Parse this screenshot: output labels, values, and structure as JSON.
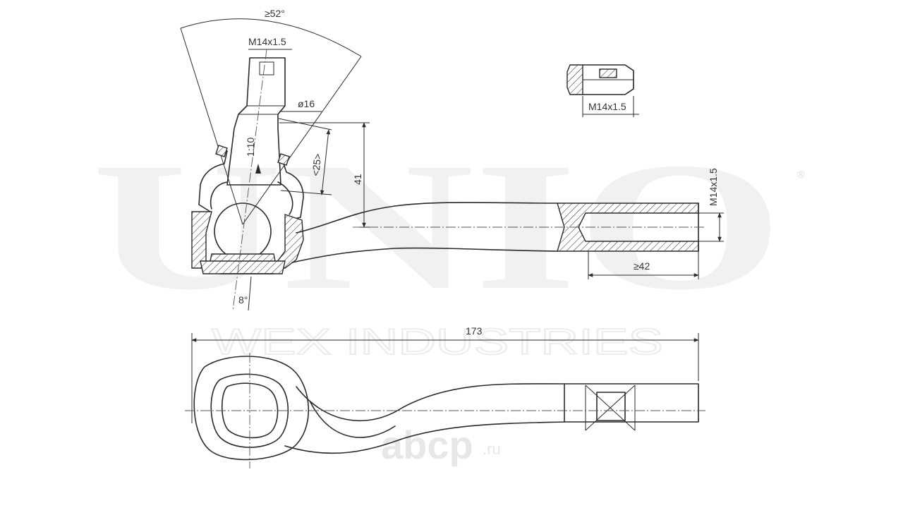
{
  "watermark": {
    "brand": "UNIO",
    "registered": "®",
    "subtitle": "WEX INDUSTRIES",
    "site": "abcp",
    "site_suffix": ".ru"
  },
  "dimensions": {
    "angle_52": "≥52°",
    "thread_stud": "M14x1.5",
    "dia_16": "ø16",
    "taper": "1:10",
    "len_25": "<25>",
    "height_41": "41",
    "angle_8": "8°",
    "thread_nut": "M14x1.5",
    "thread_end": "M14x1.5",
    "depth_42": "≥42",
    "length_173": "173"
  },
  "colors": {
    "line": "#2a2a2a",
    "background": "#ffffff"
  }
}
